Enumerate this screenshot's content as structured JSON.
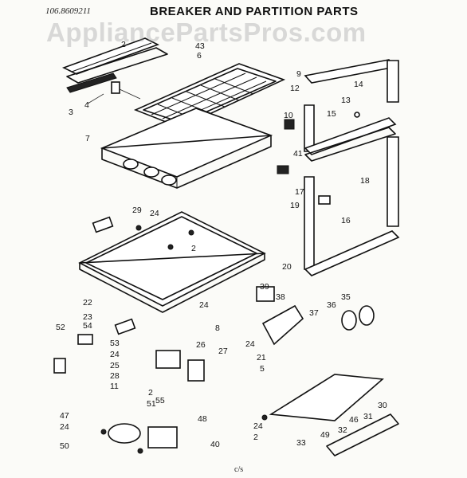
{
  "header": {
    "doc_number": "106.8609211",
    "title": "BREAKER AND PARTITION PARTS",
    "watermark": "AppliancePartsPros.com"
  },
  "footer": {
    "code": "c/s"
  },
  "callouts": [
    "2",
    "3",
    "4",
    "7",
    "9",
    "12",
    "14",
    "13",
    "43",
    "6",
    "10",
    "15",
    "41",
    "18",
    "17",
    "19",
    "16",
    "29",
    "24",
    "2",
    "22",
    "20",
    "39",
    "38",
    "24",
    "36",
    "35",
    "37",
    "8",
    "23",
    "54",
    "52",
    "53",
    "24",
    "25",
    "28",
    "11",
    "26",
    "27",
    "24",
    "21",
    "5",
    "2",
    "55",
    "51",
    "48",
    "40",
    "47",
    "24",
    "50",
    "24",
    "2",
    "31",
    "30",
    "46",
    "32",
    "49",
    "33"
  ]
}
